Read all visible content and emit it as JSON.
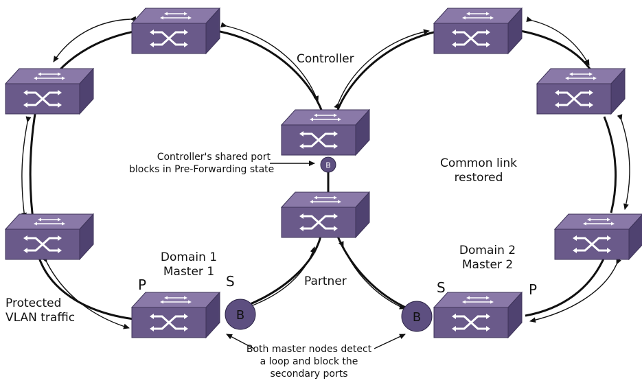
{
  "labels": {
    "controller": "Controller",
    "controller_note_line1": "Controller's shared port",
    "controller_note_line2": "blocks in Pre-Forwarding state",
    "common_link_line1": "Common link",
    "common_link_line2": "restored",
    "domain1_line1": "Domain 1",
    "domain1_line2": "Master 1",
    "domain2_line1": "Domain 2",
    "domain2_line2": "Master 2",
    "partner": "Partner",
    "protected_line1": "Protected",
    "protected_line2": "VLAN traffic",
    "bottom_note_line1": "Both master nodes detect",
    "bottom_note_line2": "a loop and block the",
    "bottom_note_line3": "secondary ports",
    "port_p_left": "P",
    "port_s_left": "S",
    "port_s_right": "S",
    "port_p_right": "P",
    "block_marker": "B",
    "block_marker_small": "B"
  },
  "colors": {
    "switch_top": "#8a79a8",
    "switch_front": "#6a5a8a",
    "switch_side": "#4f4270",
    "block_marker": "#5d4f80",
    "ring": "#111111"
  }
}
